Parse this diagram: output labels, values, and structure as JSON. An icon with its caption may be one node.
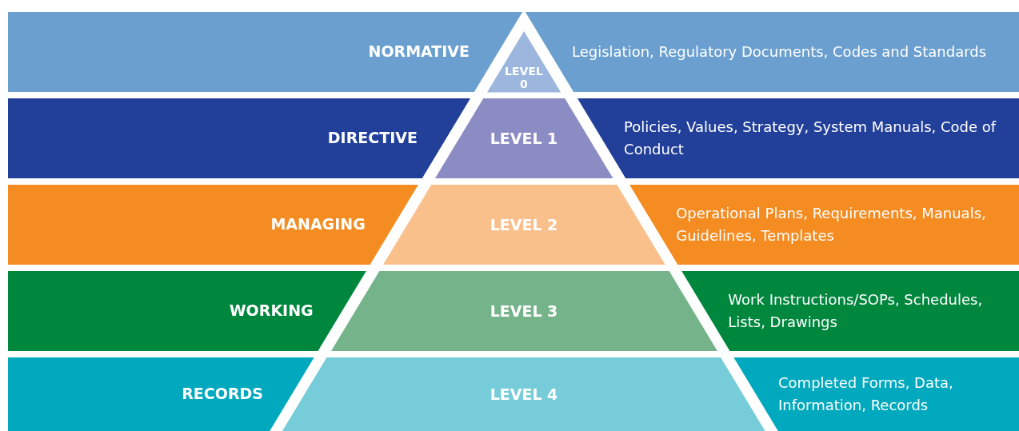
{
  "diagram": {
    "nodes": [
      {
        "text": [
          "NORMATIVE",
          "Legislation, Regulatory Documents, Codes and Standards"
        ]
      },
      {
        "text": [
          "LEVEL 0"
        ],
        "in": 0
      },
      {
        "text": [
          "DIRECTIVE",
          "Policies, Values, Strategy, System Manuals, Code of Conduct"
        ]
      },
      {
        "text": [
          "LEVEL 1"
        ],
        "in": 2
      },
      {
        "text": [
          "MANAGING",
          "Operational Plans, Requirements, Manuals, Guidelines, Templates"
        ]
      },
      {
        "text": [
          "LEVEL 2"
        ],
        "in": 4
      },
      {
        "text": [
          "WORKING",
          "Work Instructions/SOPs, Schedules, Lists, Drawings"
        ]
      },
      {
        "text": [
          "LEVEL 3"
        ],
        "in": 6
      },
      {
        "text": [
          "RECORDS",
          "Completed Forms, Data, Information, Records"
        ]
      },
      {
        "text": [
          "LEVEL 4"
        ],
        "in": 8
      }
    ]
  }
}
